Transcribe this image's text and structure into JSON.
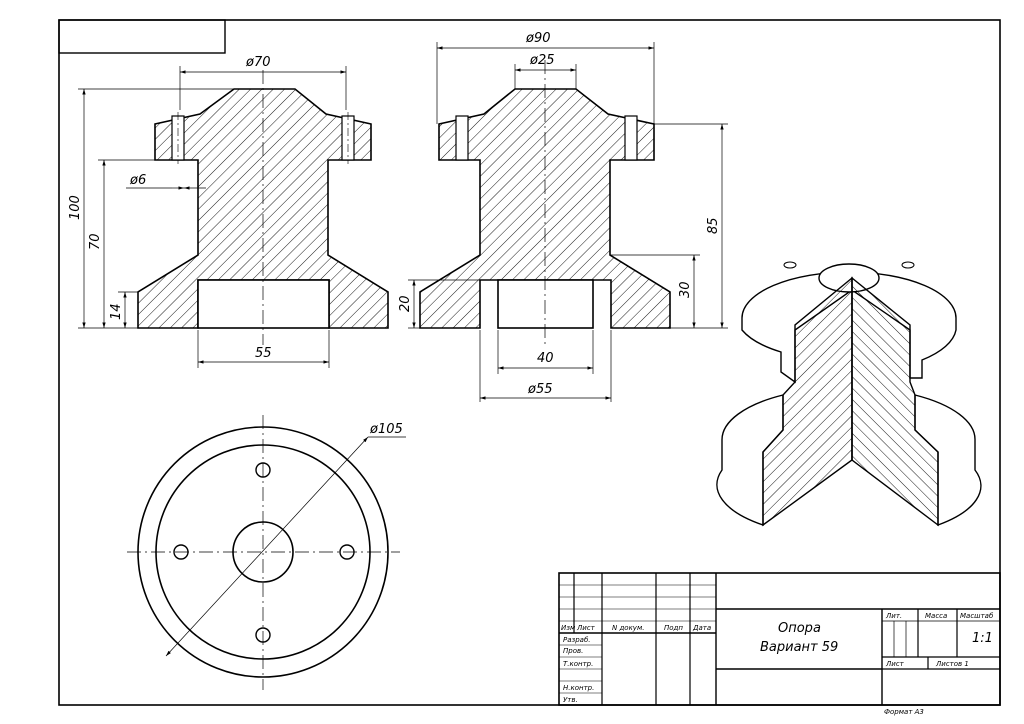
{
  "dims": {
    "d70": "ø70",
    "d6": "ø6",
    "h100": "100",
    "h70": "70",
    "h14": "14",
    "w55": "55",
    "d90": "ø90",
    "d25": "ø25",
    "h85": "85",
    "h30": "30",
    "h20": "20",
    "w40": "40",
    "d55": "ø55",
    "d105": "ø105"
  },
  "title_block": {
    "part_name": "Опора",
    "variant": "Вариант 59",
    "col_izm": "Изм",
    "col_list": "Лист",
    "col_doc": "N докум.",
    "col_sign": "Подп",
    "col_date": "Дата",
    "row_dev": "Разраб.",
    "row_check": "Пров.",
    "row_tcontrol": "Т.контр.",
    "row_ncontrol": "Н.контр.",
    "row_approve": "Утв.",
    "lit": "Лит.",
    "mass": "Масса",
    "scale": "Масштаб",
    "scale_value": "1:1",
    "sheet": "Лист",
    "sheets": "Листов 1",
    "format": "Формат А3"
  }
}
